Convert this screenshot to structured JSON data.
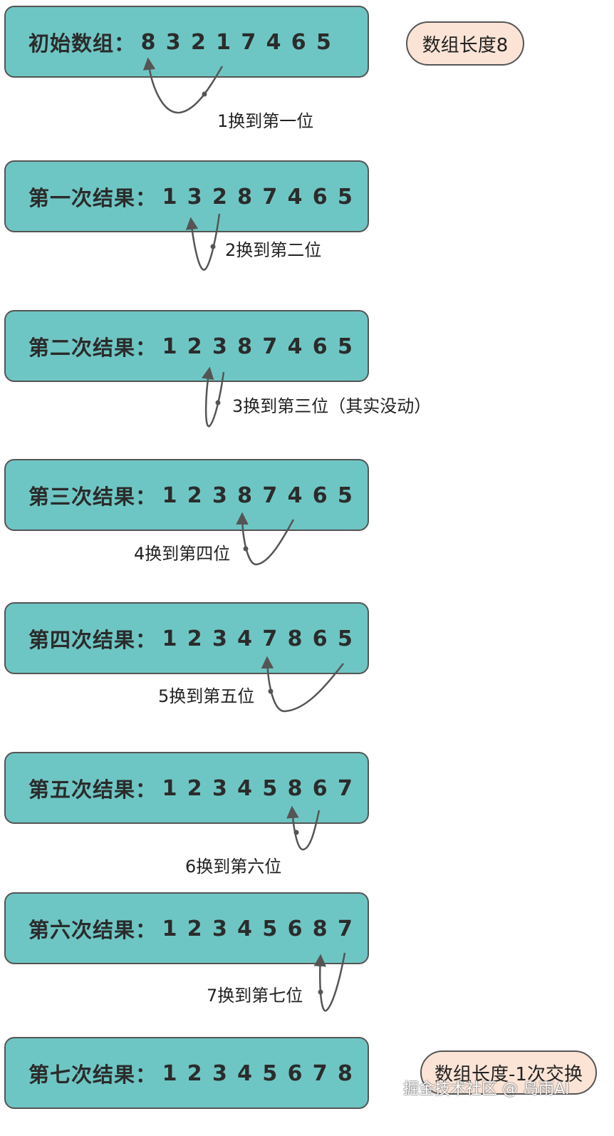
{
  "steps": [
    {
      "title": "初始数组：",
      "values": [
        "8",
        "3",
        "2",
        "1",
        "7",
        "4",
        "6",
        "5"
      ]
    },
    {
      "title": "第一次结果：",
      "values": [
        "1",
        "3",
        "2",
        "8",
        "7",
        "4",
        "6",
        "5"
      ]
    },
    {
      "title": "第二次结果：",
      "values": [
        "1",
        "2",
        "3",
        "8",
        "7",
        "4",
        "6",
        "5"
      ]
    },
    {
      "title": "第三次结果：",
      "values": [
        "1",
        "2",
        "3",
        "8",
        "7",
        "4",
        "6",
        "5"
      ]
    },
    {
      "title": "第四次结果：",
      "values": [
        "1",
        "2",
        "3",
        "4",
        "7",
        "8",
        "6",
        "5"
      ]
    },
    {
      "title": "第五次结果：",
      "values": [
        "1",
        "2",
        "3",
        "4",
        "5",
        "8",
        "6",
        "7"
      ]
    },
    {
      "title": "第六次结果：",
      "values": [
        "1",
        "2",
        "3",
        "4",
        "5",
        "6",
        "8",
        "7"
      ]
    },
    {
      "title": "第七次结果：",
      "values": [
        "1",
        "2",
        "3",
        "4",
        "5",
        "6",
        "7",
        "8"
      ]
    }
  ],
  "swaps": [
    {
      "label": "1换到第一位"
    },
    {
      "label": "2换到第二位"
    },
    {
      "label": "3换到第三位（其实没动）"
    },
    {
      "label": "4换到第四位"
    },
    {
      "label": "5换到第五位"
    },
    {
      "label": "6换到第六位"
    },
    {
      "label": "7换到第七位"
    }
  ],
  "notes": {
    "length": "数组长度8",
    "swap_count": "数组长度-1次交换"
  },
  "watermark": "掘金技术社区 @ 岛雨AI",
  "colors": {
    "box_fill": "#6ec6c4",
    "pill_fill": "#fbe4d6",
    "stroke": "#555555"
  }
}
